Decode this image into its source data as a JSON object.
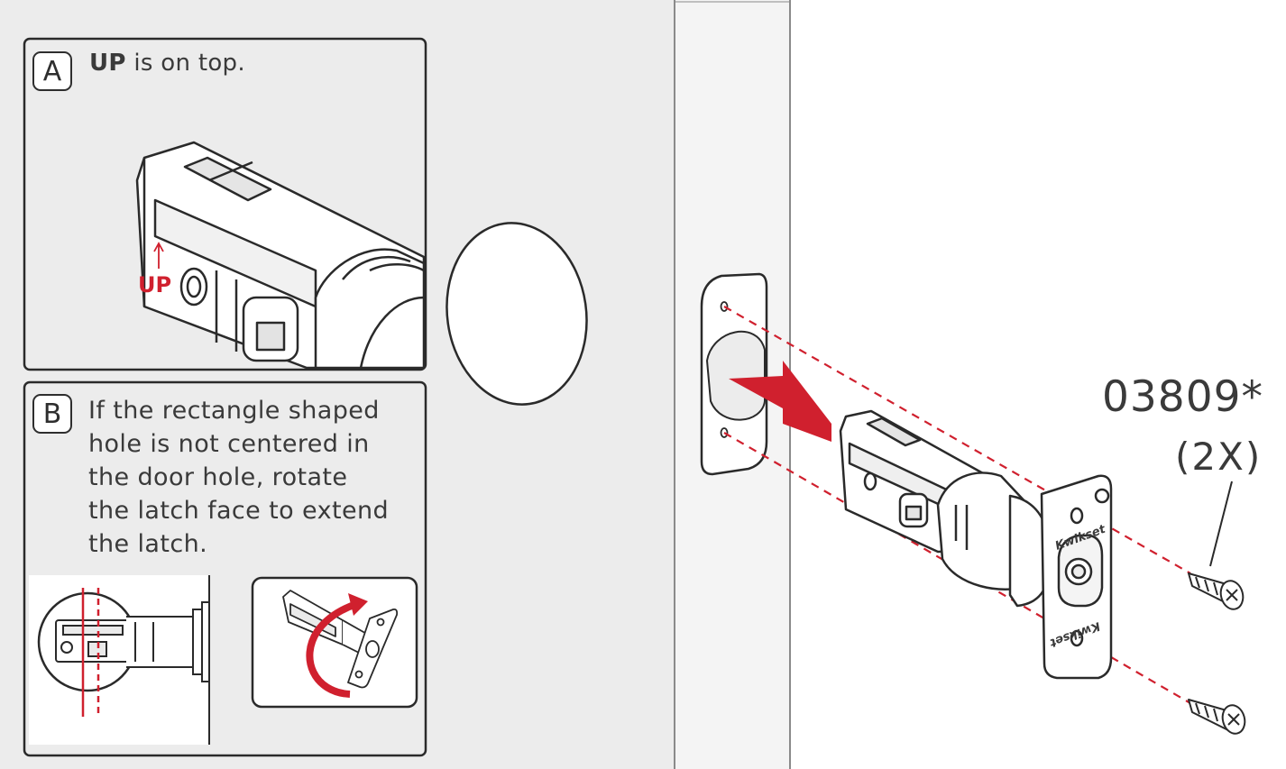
{
  "step_a": {
    "badge": "A",
    "text_bold": "UP",
    "text_rest": " is on top.",
    "up_marker": "UP"
  },
  "step_b": {
    "badge": "B",
    "lines": [
      "If the rectangle shaped",
      "hole is not centered in",
      "the door hole, rotate",
      "the latch face to extend",
      "the latch."
    ]
  },
  "part": {
    "number": "03809*",
    "quantity": "(2X)"
  },
  "brand_mark": "Kwikset",
  "colors": {
    "accent_red": "#d0202e",
    "line": "#2a2a2a",
    "panel_bg": "#ececec",
    "door_bg": "#ececec"
  }
}
